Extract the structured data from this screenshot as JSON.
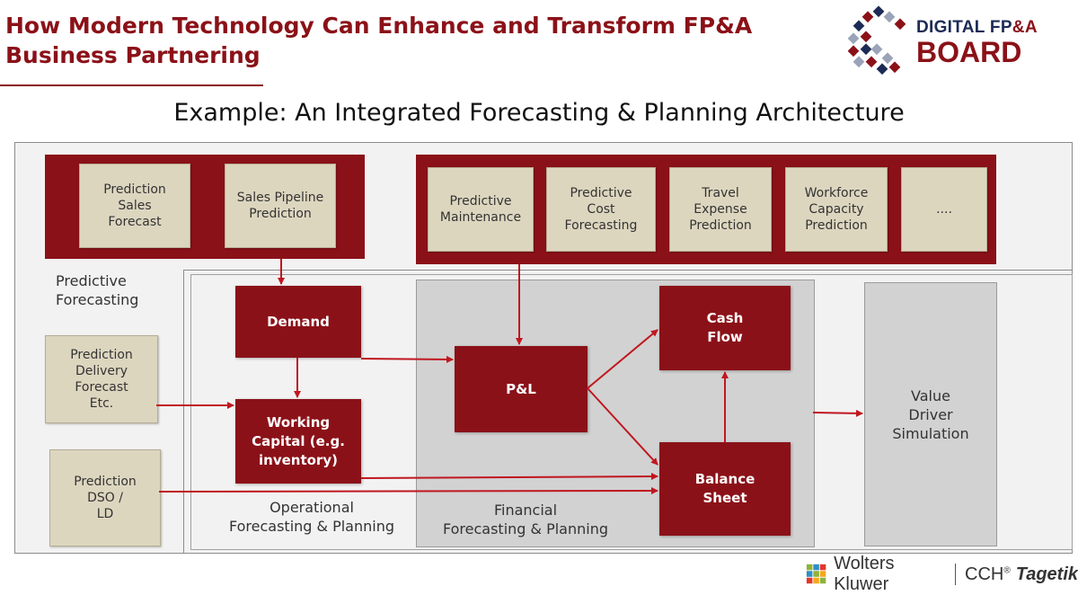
{
  "header": {
    "title_line1": "How Modern Technology Can Enhance and Transform FP&A",
    "title_line2": "Business Partnering",
    "subtitle": "Example: An Integrated Forecasting & Planning Architecture",
    "logo_top_main": "DIGITAL FP",
    "logo_top_amp": "&A",
    "logo_bottom": "BOARD"
  },
  "predictive": {
    "left_boxes": [
      [
        "Prediction",
        "Sales",
        "Forecast"
      ],
      [
        "Sales Pipeline",
        "Prediction"
      ]
    ],
    "right_boxes": [
      [
        "Predictive",
        "Maintenance"
      ],
      [
        "Predictive",
        "Cost",
        "Forecasting"
      ],
      [
        "Travel",
        "Expense",
        "Prediction"
      ],
      [
        "Workforce",
        "Capacity",
        "Prediction"
      ],
      [
        "...."
      ]
    ],
    "section_label": [
      "Predictive",
      "Forecasting"
    ],
    "side_boxes": [
      [
        "Prediction",
        "Delivery",
        "Forecast",
        "Etc."
      ],
      [
        "Prediction",
        "DSO /",
        "LD"
      ]
    ]
  },
  "operational": {
    "demand": "Demand",
    "working_capital": [
      "Working",
      "Capital (e.g.",
      "inventory)"
    ],
    "label": [
      "Operational",
      "Forecasting & Planning"
    ]
  },
  "financial": {
    "pl": "P&L",
    "cash_flow": [
      "Cash",
      "Flow"
    ],
    "balance_sheet": [
      "Balance",
      "Sheet"
    ],
    "label": [
      "Financial",
      "Forecasting & Planning"
    ]
  },
  "value_driver": [
    "Value",
    "Driver",
    "Simulation"
  ],
  "footer": {
    "brand": "Wolters Kluwer",
    "product_prefix": "CCH",
    "product_sup": "®",
    "product": "Tagetik"
  },
  "colors": {
    "accent_red": "#8b1118",
    "beige": "#ddd6bf",
    "panel_grey": "#d2d2d2",
    "background": "#f2f2f2"
  },
  "icons": [
    "digital-fpa-board-logo-icon",
    "wolters-kluwer-logo-icon"
  ]
}
